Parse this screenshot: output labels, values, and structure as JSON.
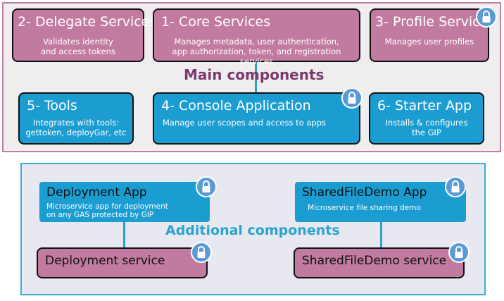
{
  "main": {
    "label": "Main components",
    "label_color": "#7a3a6e",
    "boxes": {
      "delegate": {
        "title": "2- Delegate Services",
        "desc": [
          "Validates identity",
          "and access tokens"
        ]
      },
      "core": {
        "title": "1- Core Services",
        "desc": [
          "Manages metadata, user authentication,",
          "app authorization, token, and registration services"
        ]
      },
      "profile": {
        "title": "3- Profile Service",
        "desc": [
          "Manages user profiles"
        ]
      },
      "tools": {
        "title": "5- Tools",
        "desc": [
          "Integrates with tools:",
          "gettoken, deployGar, etc"
        ]
      },
      "console": {
        "title": "4- Console Application",
        "desc": [
          "Manage user scopes and access to apps"
        ]
      },
      "starter": {
        "title": "6- Starter App",
        "desc": [
          "Installs & configures",
          "the GIP"
        ]
      }
    }
  },
  "additional": {
    "label": "Additional components",
    "label_color": "#2aa3cf",
    "boxes": {
      "deploy_app": {
        "title": "Deployment App",
        "desc": [
          "Microservice app for deployment",
          "on any GAS protected by GIP"
        ]
      },
      "deploy_service": {
        "title": "Deployment service"
      },
      "shared_app": {
        "title": "SharedFileDemo App",
        "desc": [
          "Microservice file sharing demo"
        ]
      },
      "shared_service": {
        "title": "SharedFileDemo service"
      }
    }
  },
  "colors": {
    "pink": "#c27ba0",
    "blue": "#1b9dd1",
    "lock": "#5b9bd5"
  },
  "icons": {
    "lock": "lock-icon"
  }
}
